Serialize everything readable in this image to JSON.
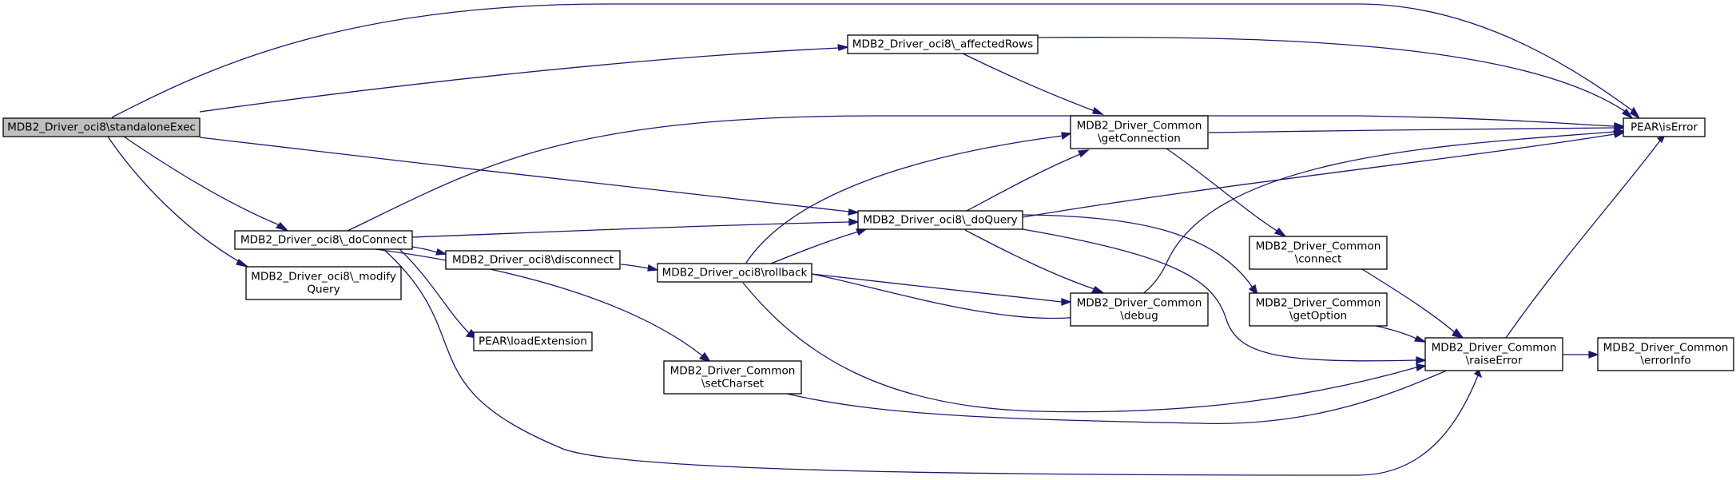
{
  "graph": {
    "edge_color": "#191970",
    "node_fill": "#ffffff",
    "root_fill": "#bfbfbf",
    "nodes": [
      {
        "id": "standaloneExec",
        "lines": [
          "MDB2_Driver_oci8\\standaloneExec"
        ],
        "root": true
      },
      {
        "id": "affectedRows",
        "lines": [
          "MDB2_Driver_oci8\\_affectedRows"
        ]
      },
      {
        "id": "isError",
        "lines": [
          "PEAR\\isError"
        ]
      },
      {
        "id": "getConnection",
        "lines": [
          "MDB2_Driver_Common",
          "\\getConnection"
        ]
      },
      {
        "id": "doConnect",
        "lines": [
          "MDB2_Driver_oci8\\_doConnect"
        ]
      },
      {
        "id": "doQuery",
        "lines": [
          "MDB2_Driver_oci8\\_doQuery"
        ]
      },
      {
        "id": "modifyQuery",
        "lines": [
          "MDB2_Driver_oci8\\_modify",
          "Query"
        ]
      },
      {
        "id": "disconnect",
        "lines": [
          "MDB2_Driver_oci8\\disconnect"
        ]
      },
      {
        "id": "rollback",
        "lines": [
          "MDB2_Driver_oci8\\rollback"
        ]
      },
      {
        "id": "connect",
        "lines": [
          "MDB2_Driver_Common",
          "\\connect"
        ]
      },
      {
        "id": "debug",
        "lines": [
          "MDB2_Driver_Common",
          "\\debug"
        ]
      },
      {
        "id": "getOption",
        "lines": [
          "MDB2_Driver_Common",
          "\\getOption"
        ]
      },
      {
        "id": "loadExtension",
        "lines": [
          "PEAR\\loadExtension"
        ]
      },
      {
        "id": "setCharset",
        "lines": [
          "MDB2_Driver_Common",
          "\\setCharset"
        ]
      },
      {
        "id": "raiseError",
        "lines": [
          "MDB2_Driver_Common",
          "\\raiseError"
        ]
      },
      {
        "id": "errorInfo",
        "lines": [
          "MDB2_Driver_Common",
          "\\errorInfo"
        ]
      }
    ],
    "edges": [
      {
        "from": "standaloneExec",
        "to": "isError"
      },
      {
        "from": "standaloneExec",
        "to": "affectedRows"
      },
      {
        "from": "standaloneExec",
        "to": "doConnect"
      },
      {
        "from": "standaloneExec",
        "to": "doQuery"
      },
      {
        "from": "standaloneExec",
        "to": "modifyQuery"
      },
      {
        "from": "affectedRows",
        "to": "getConnection"
      },
      {
        "from": "affectedRows",
        "to": "isError"
      },
      {
        "from": "getConnection",
        "to": "isError"
      },
      {
        "from": "getConnection",
        "to": "connect"
      },
      {
        "from": "doConnect",
        "to": "isError"
      },
      {
        "from": "doConnect",
        "to": "doQuery"
      },
      {
        "from": "doConnect",
        "to": "disconnect"
      },
      {
        "from": "doConnect",
        "to": "loadExtension"
      },
      {
        "from": "doConnect",
        "to": "setCharset"
      },
      {
        "from": "doConnect",
        "to": "raiseError"
      },
      {
        "from": "doQuery",
        "to": "getConnection"
      },
      {
        "from": "doQuery",
        "to": "isError"
      },
      {
        "from": "doQuery",
        "to": "debug"
      },
      {
        "from": "doQuery",
        "to": "getOption"
      },
      {
        "from": "doQuery",
        "to": "raiseError"
      },
      {
        "from": "disconnect",
        "to": "rollback"
      },
      {
        "from": "rollback",
        "to": "getConnection"
      },
      {
        "from": "rollback",
        "to": "doQuery"
      },
      {
        "from": "rollback",
        "to": "isError"
      },
      {
        "from": "rollback",
        "to": "debug"
      },
      {
        "from": "rollback",
        "to": "raiseError"
      },
      {
        "from": "connect",
        "to": "raiseError"
      },
      {
        "from": "getOption",
        "to": "raiseError"
      },
      {
        "from": "setCharset",
        "to": "raiseError"
      },
      {
        "from": "raiseError",
        "to": "isError"
      },
      {
        "from": "raiseError",
        "to": "errorInfo"
      }
    ]
  }
}
